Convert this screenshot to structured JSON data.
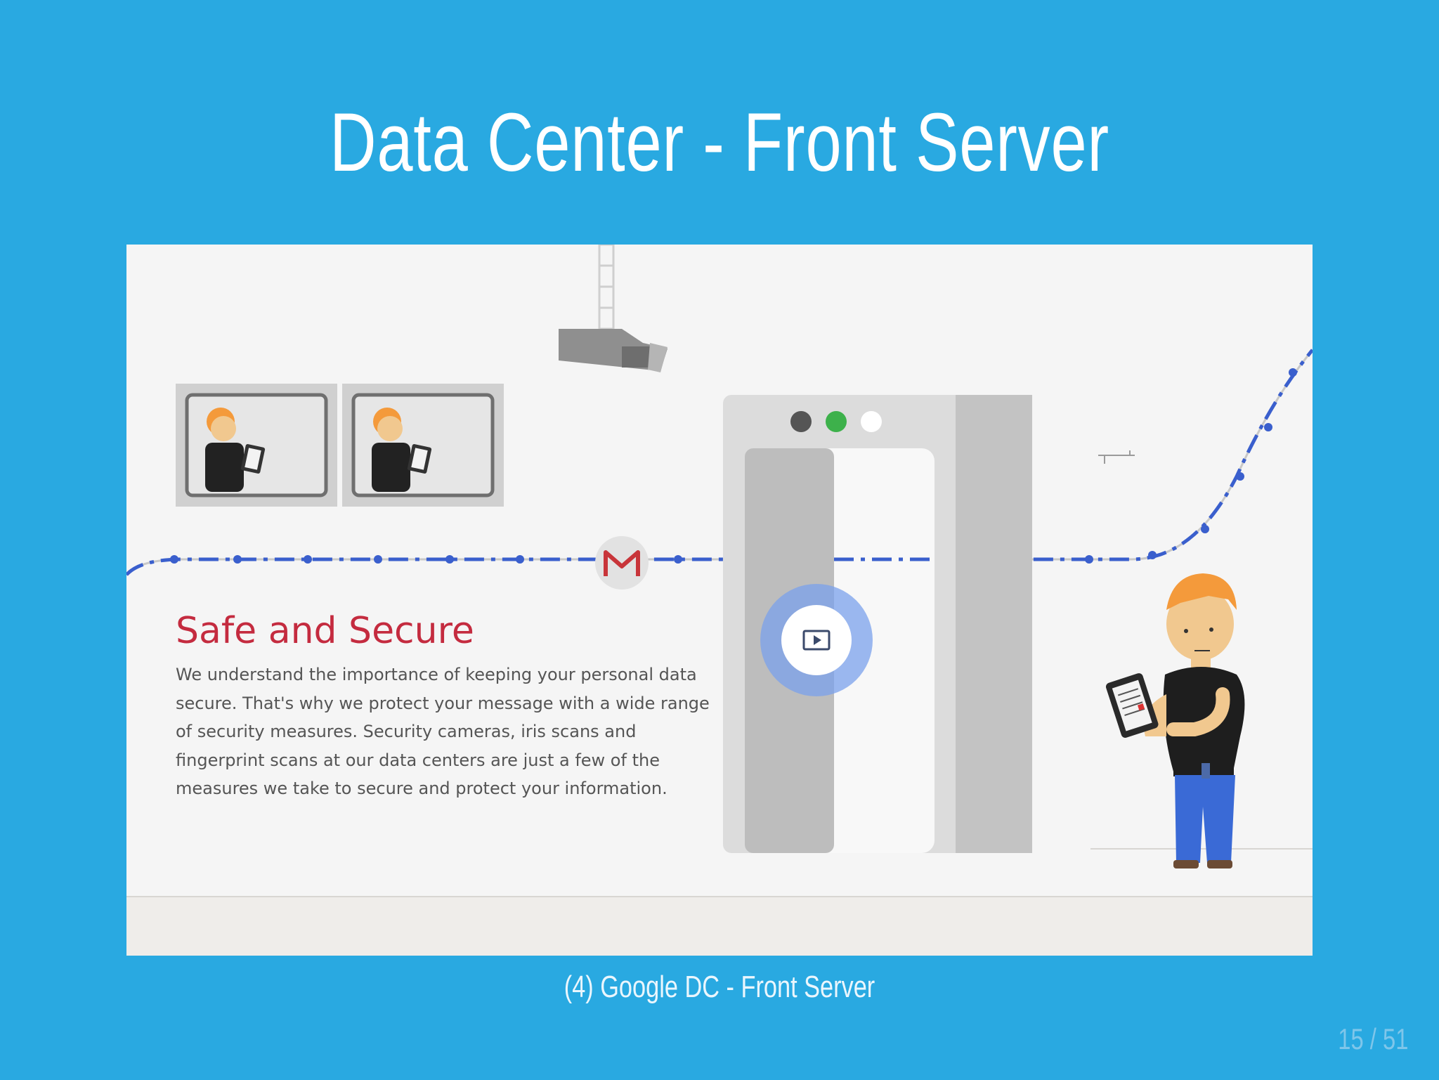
{
  "slide": {
    "title": "Data Center - Front Server",
    "caption": "(4) Google DC - Front Server",
    "pager": "15 / 51"
  },
  "embedded_page": {
    "heading": "Safe and Secure",
    "body": "We understand the importance of keeping your personal data secure. That's why we protect your message with a wide range of security measures. Security cameras, iris scans and fingerprint scans at our data centers are just a few of the measures we take to secure and protect your information."
  },
  "colors": {
    "slide_background": "#29a9e1",
    "embedded_background": "#f5f5f5",
    "heading_red": "#c42b3f",
    "track_blue": "#3a5fcd",
    "status_dark": "#555555",
    "status_green": "#3db14b",
    "status_white": "#ffffff"
  },
  "icons": {
    "logo": "gmail-logo-icon",
    "play": "play-icon",
    "camera": "security-camera-icon",
    "monitor": "monitor-icon",
    "scanner": "security-gate-icon",
    "person": "guard-person-icon"
  }
}
